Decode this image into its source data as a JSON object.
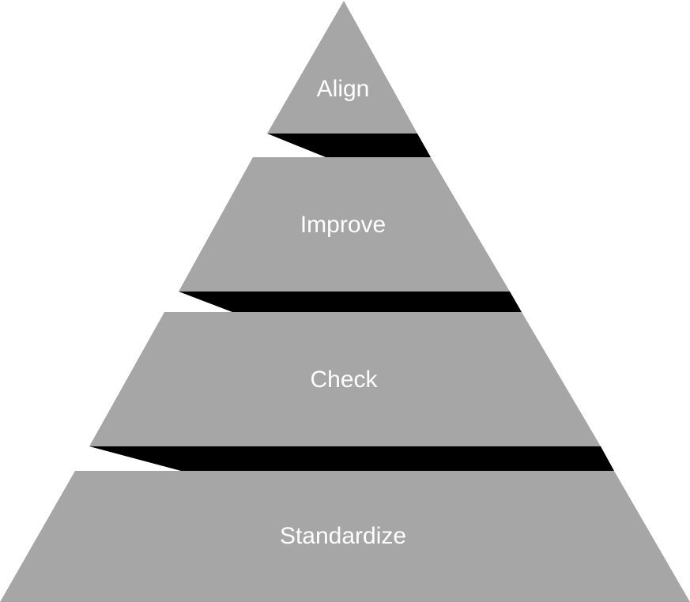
{
  "diagram": {
    "type": "pyramid",
    "fill_color": "#a6a6a6",
    "shadow_color": "#000000",
    "label_color": "#ffffff",
    "tiers": [
      {
        "label": "Align"
      },
      {
        "label": "Improve"
      },
      {
        "label": "Check"
      },
      {
        "label": "Standardize"
      }
    ]
  }
}
